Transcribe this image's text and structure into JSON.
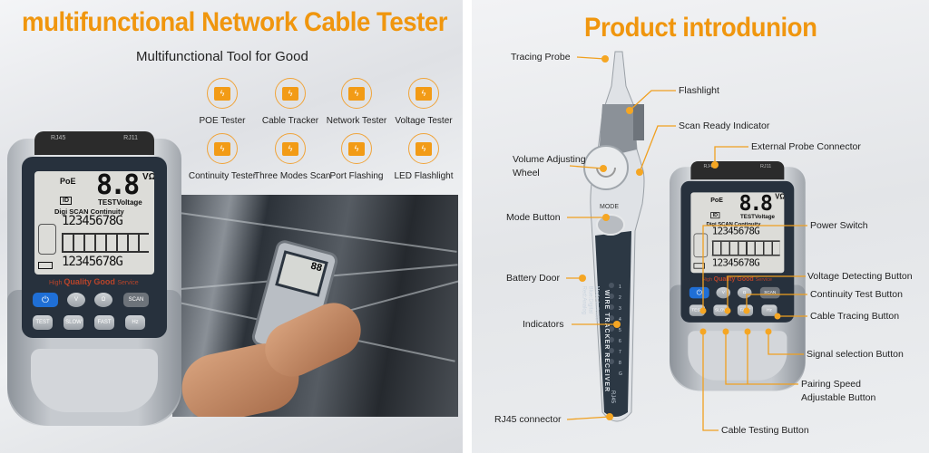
{
  "left": {
    "title": "multifunctional Network Cable Tester",
    "subtitle": "Multifunctional Tool for Good",
    "features": [
      {
        "label": "POE Tester",
        "icon": "rj45-port-icon"
      },
      {
        "label": "Cable Tracker",
        "icon": "rj45-port-icon"
      },
      {
        "label": "Network Tester",
        "icon": "rj45-port-icon"
      },
      {
        "label": "Voltage Tester",
        "icon": "rj45-port-icon"
      },
      {
        "label": "Continuity Tester",
        "icon": "rj45-port-icon"
      },
      {
        "label": "Three Modes Scan",
        "icon": "rj45-port-icon"
      },
      {
        "label": "Port Flashing",
        "icon": "rj45-port-icon"
      },
      {
        "label": "LED Flashlight",
        "icon": "rj45-port-icon"
      }
    ]
  },
  "device": {
    "ports": [
      "RJ45",
      "RJ11"
    ],
    "lcd": {
      "poe": "PoE",
      "id": "ID",
      "reading": "8.8",
      "units": "VΩ",
      "test_voltage": "TESTVoltage",
      "modes": "Digi SCAN Continuity",
      "pins_top": "12345678G",
      "pins_bottom": "12345678G"
    },
    "brand_prefix": "High ",
    "brand_quality": "Quality",
    "brand_good": " Good ",
    "brand_suffix": "Service",
    "buttons_row1": [
      "⏻",
      "V",
      "Ω",
      "SCAN"
    ],
    "buttons_row2": [
      "TEST",
      "SLOW",
      "FAST",
      "Hz"
    ]
  },
  "right": {
    "title": "Product introdunion",
    "pen": {
      "mode_label": "MODE",
      "indicator_legend": [
        "Mode Indicator",
        "Blue:Digital",
        "Red:Analog"
      ],
      "receiver_text": "WIRE TRACKER RECEIVER",
      "port_text": "RJ45",
      "indicator_numbers": [
        "1",
        "2",
        "3",
        "4",
        "5",
        "6",
        "7",
        "8",
        "G"
      ]
    },
    "callouts": {
      "tracing_probe": "Tracing Probe",
      "flashlight": "Flashlight",
      "scan_ready": "Scan Ready Indicator",
      "external_probe": "External Probe Connector",
      "volume_wheel_1": "Volume Adjusting",
      "volume_wheel_2": "Wheel",
      "mode_button": "Mode Button",
      "battery_door": "Battery Door",
      "indicators": "Indicators",
      "rj45_connector": "RJ45 connector",
      "power_switch": "Power Switch",
      "voltage_button": "Voltage Detecting Button",
      "continuity_button": "Continuity Test Button",
      "tracing_button": "Cable Tracing Button",
      "signal_button": "Signal selection Button",
      "pairing_1": "Pairing Speed",
      "pairing_2": "Adjustable Button",
      "testing_button": "Cable Testing Button"
    }
  },
  "colors": {
    "accent": "#f0960e",
    "power_button": "#1f6fd6",
    "lcd": "#dcdcd8",
    "face": "#27313d"
  }
}
